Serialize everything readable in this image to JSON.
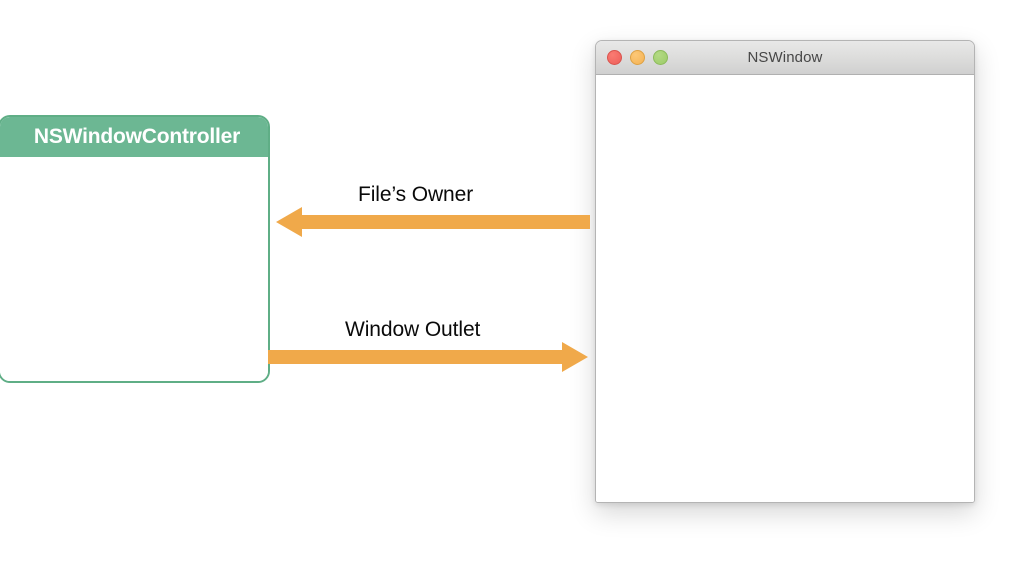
{
  "diagram": {
    "title": "NSWindowController and NSWindow relationship diagram",
    "background_color": "#ffffff"
  },
  "controller_box": {
    "title": "NSWindowController",
    "header_color": "#6cb793",
    "border_color": "#5fae86",
    "body_color": "#ffffff",
    "title_color": "#ffffff"
  },
  "ns_window": {
    "title": "NSWindow",
    "title_color": "#474747",
    "titlebar_gradient_top": "#e8e8e8",
    "titlebar_gradient_bottom": "#d0d0d0",
    "content_color": "#ffffff",
    "border_color": "#b4b4b4",
    "traffic_lights": [
      {
        "name": "close",
        "color": "#ed5f5a"
      },
      {
        "name": "minimize",
        "color": "#f4b254"
      },
      {
        "name": "maximize",
        "color": "#9ccb68"
      }
    ]
  },
  "connections": [
    {
      "id": "files-owner",
      "label": "File’s Owner",
      "direction": "left",
      "color": "#f0a94a",
      "from": "NSWindow",
      "to": "NSWindowController"
    },
    {
      "id": "window-outlet",
      "label": "Window Outlet",
      "direction": "right",
      "color": "#f0a94a",
      "from": "NSWindowController",
      "to": "NSWindow"
    }
  ]
}
